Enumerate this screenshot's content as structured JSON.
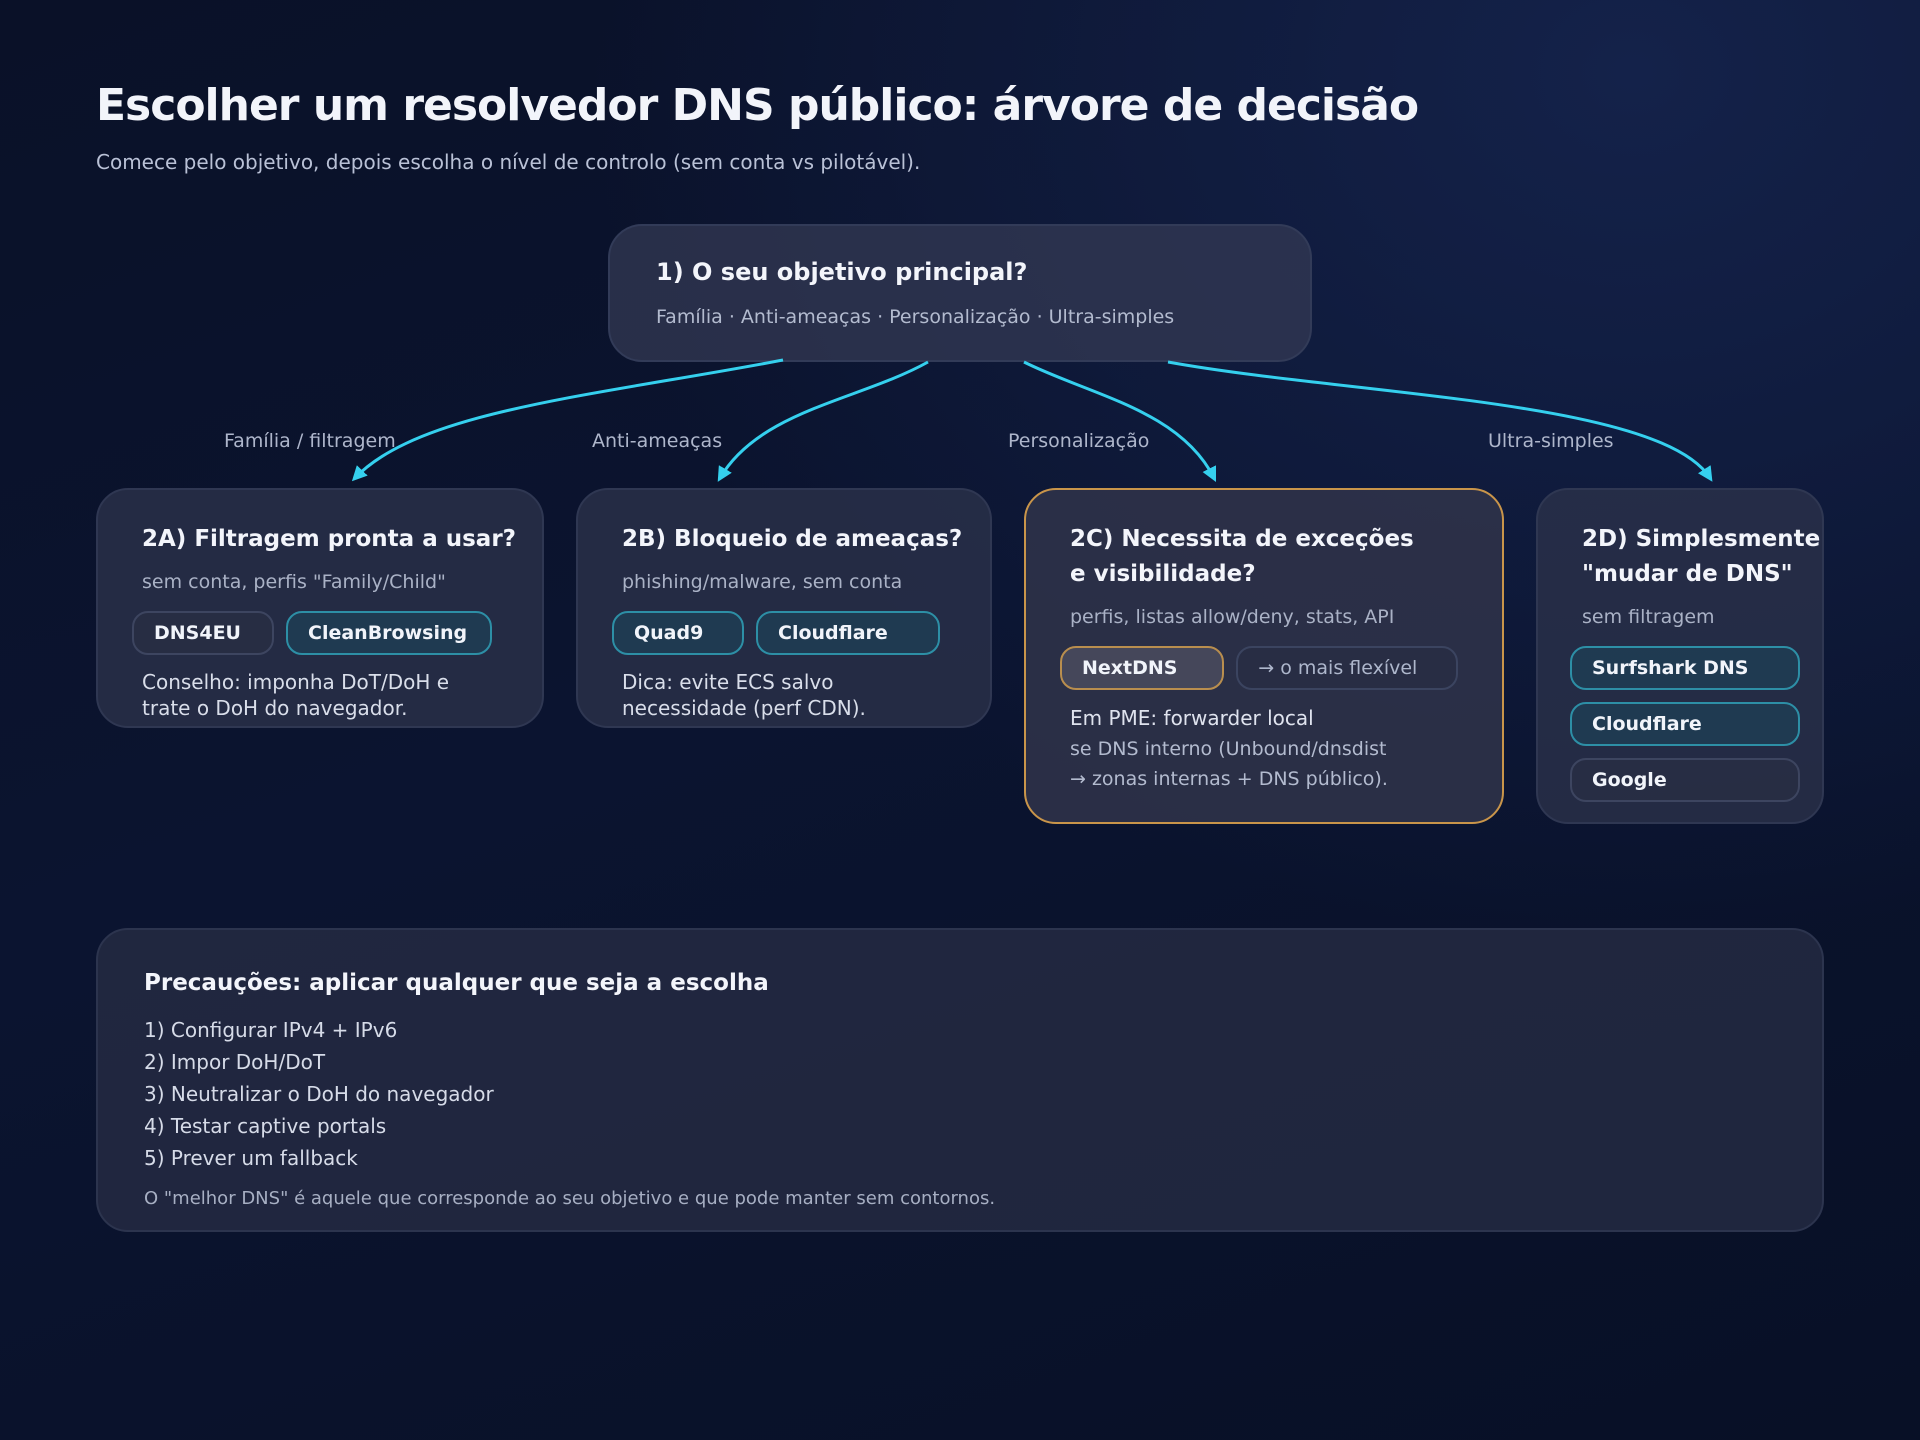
{
  "header": {
    "title": "Escolher um resolvedor DNS público: árvore de decisão",
    "subtitle": "Comece pelo objetivo, depois escolha o nível de controlo (sem conta vs pilotável)."
  },
  "root": {
    "question": "1) O seu objetivo principal?",
    "options": "Família · Anti-ameaças · Personalização · Ultra-simples"
  },
  "branches": [
    {
      "label": "Família / filtragem"
    },
    {
      "label": "Anti-ameaças"
    },
    {
      "label": "Personalização"
    },
    {
      "label": "Ultra-simples"
    }
  ],
  "cards": {
    "a": {
      "title": "2A) Filtragem pronta a usar?",
      "subtitle": "sem conta, perfis \"Family/Child\"",
      "chips": [
        "DNS4EU",
        "CleanBrowsing"
      ],
      "advice": "Conselho: imponha DoT/DoH e trate o DoH do navegador."
    },
    "b": {
      "title": "2B) Bloqueio de ameaças?",
      "subtitle": "phishing/malware, sem conta",
      "chips": [
        "Quad9",
        "Cloudflare"
      ],
      "advice": "Dica: evite ECS salvo necessidade (perf CDN)."
    },
    "c": {
      "title_line1": "2C) Necessita de exceções",
      "title_line2": "e visibilidade?",
      "subtitle": "perfis, listas allow/deny, stats, API",
      "chip": "NextDNS",
      "note": "→ o mais flexível",
      "smb_title": "Em PME: forwarder local",
      "smb_line1": "se DNS interno (Unbound/dnsdist",
      "smb_line2": "→ zonas internas + DNS público)."
    },
    "d": {
      "title_line1": "2D) Simplesmente",
      "title_line2": "\"mudar de DNS\"",
      "subtitle": "sem filtragem",
      "chips": [
        "Surfshark DNS",
        "Cloudflare",
        "Google"
      ]
    }
  },
  "precautions": {
    "title": "Precauções: aplicar qualquer que seja a escolha",
    "items": [
      "1) Configurar IPv4 + IPv6",
      "2) Impor DoH/DoT",
      "3) Neutralizar o DoH do navegador",
      "4) Testar captive portals",
      "5) Prever um fallback"
    ],
    "footer": "O \"melhor DNS\" é aquele que corresponde ao seu objetivo e que pode manter sem contornos."
  },
  "colors": {
    "connector": "#35d0ee",
    "highlight_border": "#c9954a",
    "teal_chip_border": "#2d8fa6"
  }
}
